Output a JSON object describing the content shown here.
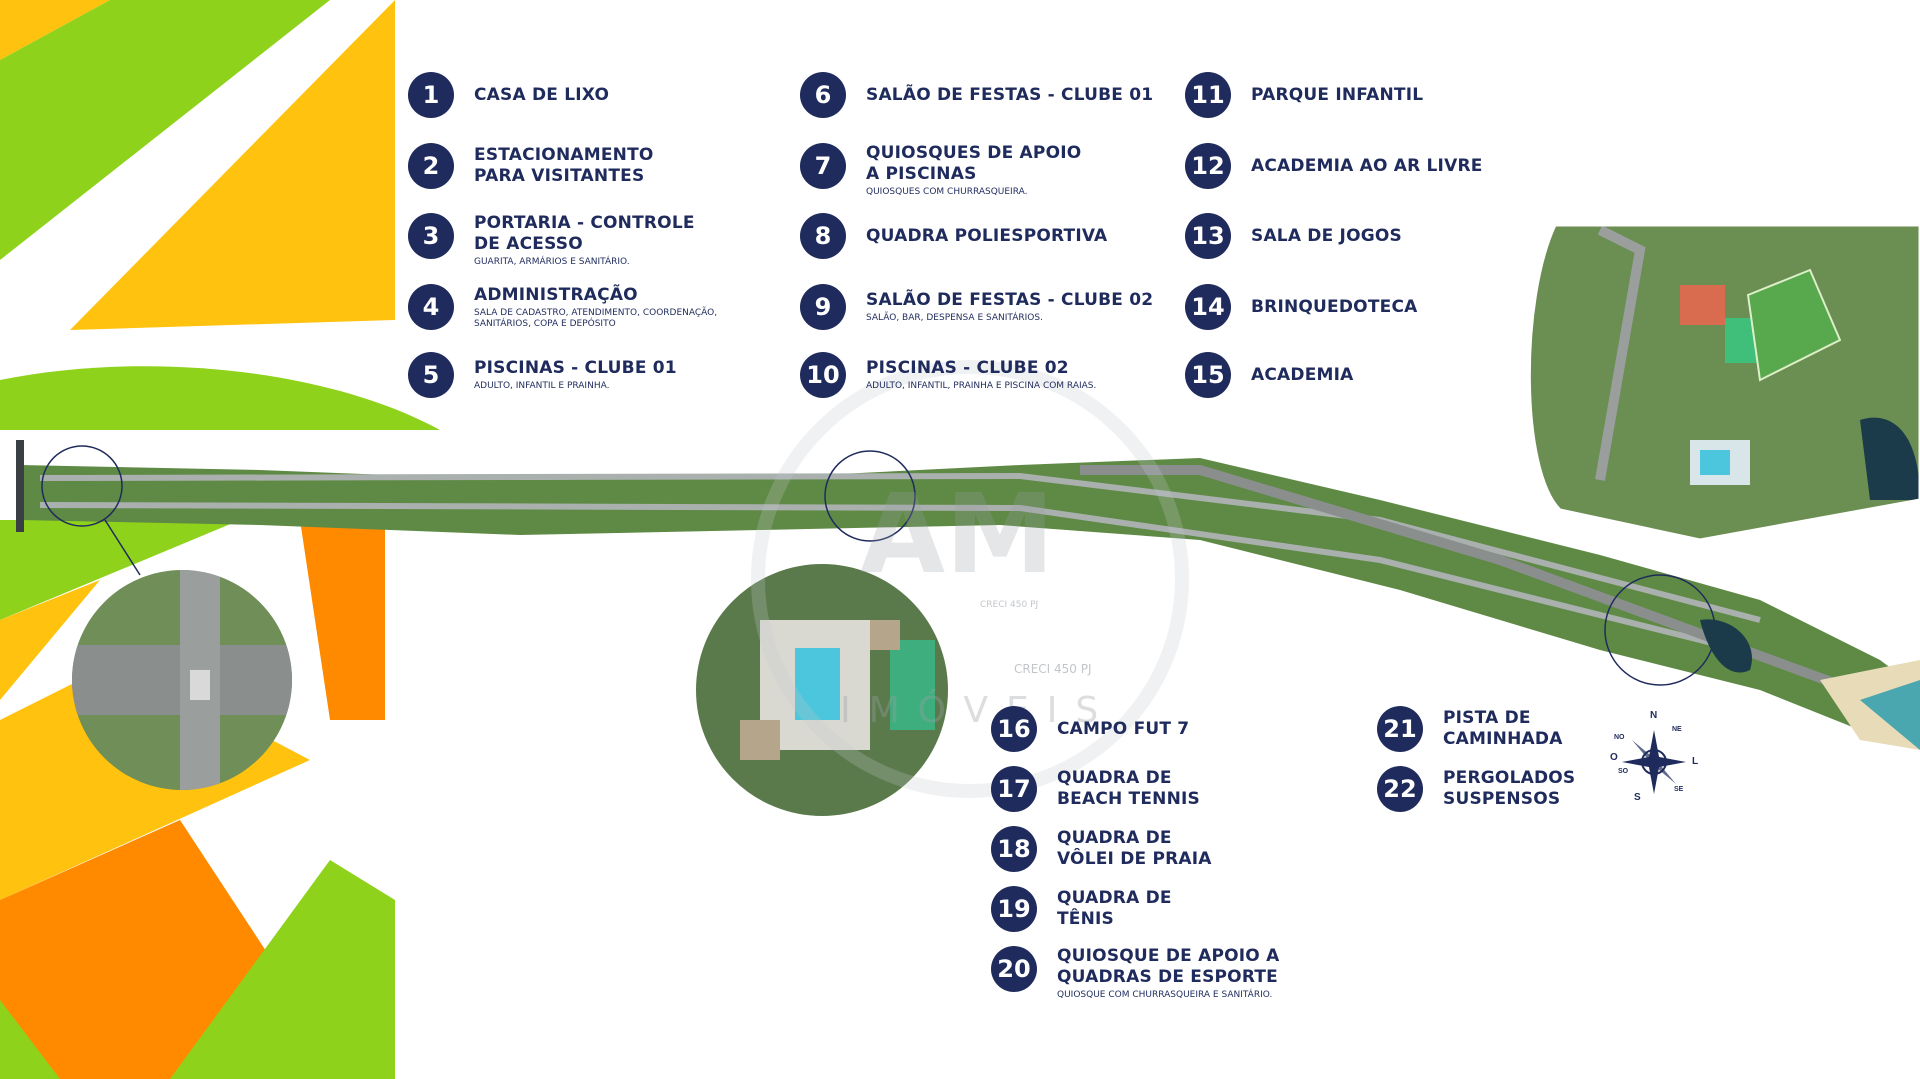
{
  "legend": [
    {
      "num": "1",
      "title": "CASA DE LIXO",
      "sub": ""
    },
    {
      "num": "2",
      "title": "ESTACIONAMENTO\nPARA VISITANTES",
      "sub": ""
    },
    {
      "num": "3",
      "title": "PORTARIA - CONTROLE\nDE ACESSO",
      "sub": "GUARITA, ARMÁRIOS E SANITÁRIO."
    },
    {
      "num": "4",
      "title": "ADMINISTRAÇÃO",
      "sub": "SALA DE CADASTRO, ATENDIMENTO, COORDENAÇÃO,\nSANITÁRIOS, COPA E DEPÓSITO"
    },
    {
      "num": "5",
      "title": "PISCINAS - CLUBE 01",
      "sub": "ADULTO, INFANTIL E PRAINHA."
    },
    {
      "num": "6",
      "title": "SALÃO DE FESTAS - CLUBE 01",
      "sub": ""
    },
    {
      "num": "7",
      "title": "QUIOSQUES DE APOIO\nA PISCINAS",
      "sub": "QUIOSQUES COM CHURRASQUEIRA."
    },
    {
      "num": "8",
      "title": "QUADRA POLIESPORTIVA",
      "sub": ""
    },
    {
      "num": "9",
      "title": "SALÃO DE FESTAS - CLUBE 02",
      "sub": "SALÃO, BAR, DESPENSA E SANITÁRIOS."
    },
    {
      "num": "10",
      "title": "PISCINAS - CLUBE 02",
      "sub": "ADULTO, INFANTIL, PRAINHA E PISCINA COM RAIAS."
    },
    {
      "num": "11",
      "title": "PARQUE INFANTIL",
      "sub": ""
    },
    {
      "num": "12",
      "title": "ACADEMIA AO AR LIVRE",
      "sub": ""
    },
    {
      "num": "13",
      "title": "SALA DE JOGOS",
      "sub": ""
    },
    {
      "num": "14",
      "title": "BRINQUEDOTECA",
      "sub": ""
    },
    {
      "num": "15",
      "title": "ACADEMIA",
      "sub": ""
    },
    {
      "num": "16",
      "title": "CAMPO FUT 7",
      "sub": ""
    },
    {
      "num": "17",
      "title": "QUADRA DE\nBEACH TENNIS",
      "sub": ""
    },
    {
      "num": "18",
      "title": "QUADRA DE\nVÔLEI DE PRAIA",
      "sub": ""
    },
    {
      "num": "19",
      "title": "QUADRA DE\nTÊNIS",
      "sub": ""
    },
    {
      "num": "20",
      "title": "QUIOSQUE DE APOIO A\nQUADRAS DE ESPORTE",
      "sub": "QUIOSQUE COM CHURRASQUEIRA E SANITÁRIO."
    },
    {
      "num": "21",
      "title": "PISTA DE\nCAMINHADA",
      "sub": ""
    },
    {
      "num": "22",
      "title": "PERGOLADOS\nSUSPENSOS",
      "sub": ""
    }
  ],
  "compass": {
    "n": "N",
    "ne": "NE",
    "l": "L",
    "se": "SE",
    "s": "S",
    "so": "SO",
    "o": "O",
    "no": "NO"
  },
  "watermark": {
    "logo": "AM",
    "brand": "IMÓVEIS",
    "creci": "CRECI 450 PJ"
  },
  "colors": {
    "navy": "#1f2b5c",
    "green": "#8fd21b",
    "yellow": "#ffc20e",
    "orange": "#ff8a00",
    "grass": "#5f8a45",
    "road": "#8a8f8e"
  }
}
